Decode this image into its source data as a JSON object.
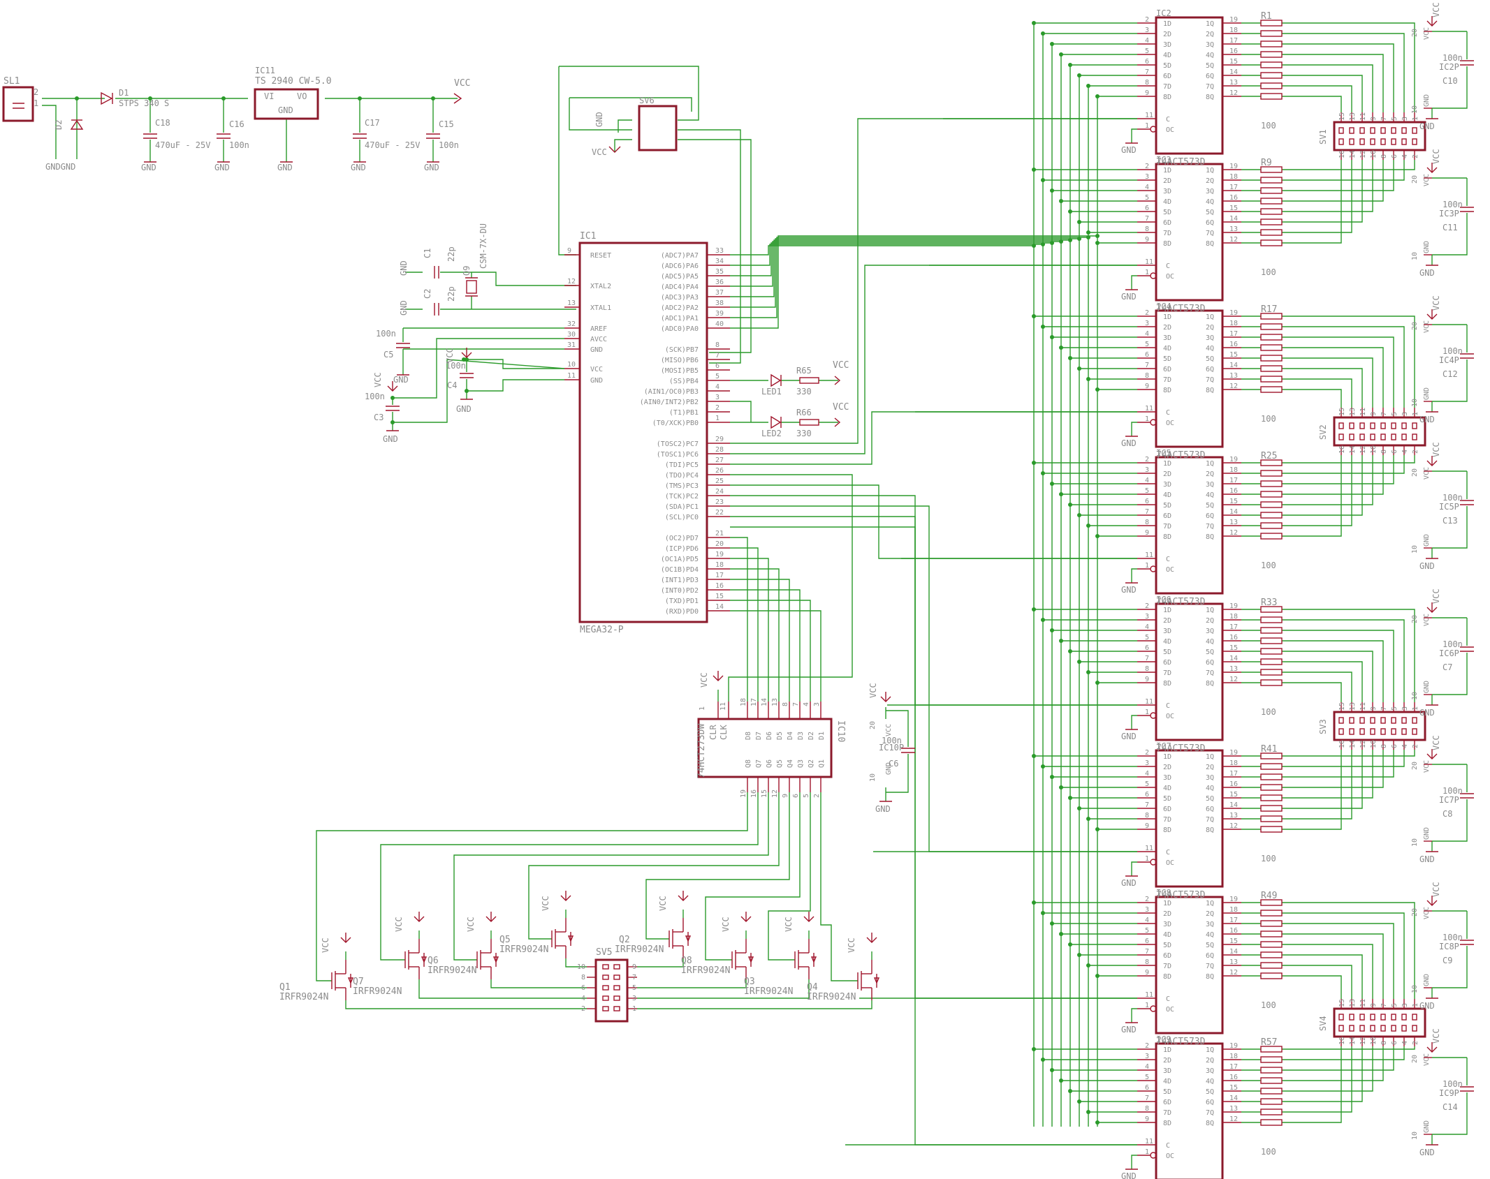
{
  "power": {
    "connector": "SL1",
    "diode_d1": "D1",
    "diode_d1_part": "STPS 340 S",
    "diode_d2": "D2",
    "regulator": "IC11",
    "regulator_part": "TS 2940 CW-5.0",
    "reg_vi": "VI",
    "reg_vo": "VO",
    "reg_gnd": "GND",
    "c18": "C18",
    "c18_val": "470uF - 25V",
    "c16": "C16",
    "c16_val": "100n",
    "c17": "C17",
    "c17_val": "470uF - 25V",
    "c15": "C15",
    "c15_val": "100n",
    "vcc": "VCC",
    "gnd": "GND",
    "gndgnd": "GNDGND"
  },
  "sv6": {
    "name": "SV6",
    "gnd": "GND",
    "vcc": "VCC"
  },
  "osc": {
    "c1": "C1",
    "c2": "C2",
    "val": "22p",
    "q9": "Q9",
    "crystal": "CSM-7X-DU"
  },
  "mcu": {
    "name": "IC1",
    "part": "MEGA32-P",
    "left_pins": [
      {
        "num": "9",
        "label": "RESET"
      },
      {
        "num": "12",
        "label": "XTAL2"
      },
      {
        "num": "13",
        "label": "XTAL1"
      },
      {
        "num": "32",
        "label": "AREF"
      },
      {
        "num": "30",
        "label": "AVCC"
      },
      {
        "num": "31",
        "label": "GND"
      },
      {
        "num": "10",
        "label": "VCC"
      },
      {
        "num": "11",
        "label": "GND"
      }
    ],
    "right_pins": [
      {
        "num": "33",
        "label": "(ADC7)PA7"
      },
      {
        "num": "34",
        "label": "(ADC6)PA6"
      },
      {
        "num": "35",
        "label": "(ADC5)PA5"
      },
      {
        "num": "36",
        "label": "(ADC4)PA4"
      },
      {
        "num": "37",
        "label": "(ADC3)PA3"
      },
      {
        "num": "38",
        "label": "(ADC2)PA2"
      },
      {
        "num": "39",
        "label": "(ADC1)PA1"
      },
      {
        "num": "40",
        "label": "(ADC0)PA0"
      },
      {
        "num": "8",
        "label": "(SCK)PB7"
      },
      {
        "num": "7",
        "label": "(MISO)PB6"
      },
      {
        "num": "6",
        "label": "(MOSI)PB5"
      },
      {
        "num": "5",
        "label": "(SS)PB4"
      },
      {
        "num": "4",
        "label": "(AIN1/OC0)PB3"
      },
      {
        "num": "3",
        "label": "(AIN0/INT2)PB2"
      },
      {
        "num": "2",
        "label": "(T1)PB1"
      },
      {
        "num": "1",
        "label": "(T0/XCK)PB0"
      },
      {
        "num": "29",
        "label": "(TOSC2)PC7"
      },
      {
        "num": "28",
        "label": "(TOSC1)PC6"
      },
      {
        "num": "27",
        "label": "(TDI)PC5"
      },
      {
        "num": "26",
        "label": "(TDO)PC4"
      },
      {
        "num": "25",
        "label": "(TMS)PC3"
      },
      {
        "num": "24",
        "label": "(TCK)PC2"
      },
      {
        "num": "23",
        "label": "(SDA)PC1"
      },
      {
        "num": "22",
        "label": "(SCL)PC0"
      },
      {
        "num": "21",
        "label": "(OC2)PD7"
      },
      {
        "num": "20",
        "label": "(ICP)PD6"
      },
      {
        "num": "19",
        "label": "(OC1A)PD5"
      },
      {
        "num": "18",
        "label": "(OC1B)PD4"
      },
      {
        "num": "17",
        "label": "(INT1)PD3"
      },
      {
        "num": "16",
        "label": "(INT0)PD2"
      },
      {
        "num": "15",
        "label": "(TXD)PD1"
      },
      {
        "num": "14",
        "label": "(RXD)PD0"
      }
    ]
  },
  "decoupling": {
    "c5": "C5",
    "c4": "C4",
    "c3": "C3",
    "val": "100n"
  },
  "leds": [
    {
      "led": "LED1",
      "res": "R65",
      "val": "330"
    },
    {
      "led": "LED2",
      "res": "R66",
      "val": "330"
    }
  ],
  "latch": {
    "name": "IC10",
    "part": "74HCT273DW",
    "clr": "CLR",
    "clk": "CLK",
    "d_labels": [
      "D8",
      "D7",
      "D6",
      "D5",
      "D4",
      "D3",
      "D2",
      "D1"
    ],
    "q_labels": [
      "Q8",
      "Q7",
      "Q6",
      "Q5",
      "Q4",
      "Q3",
      "Q2",
      "Q1"
    ],
    "d_pins": [
      "18",
      "17",
      "14",
      "13",
      "8",
      "7",
      "4",
      "3"
    ],
    "q_pins": [
      "19",
      "16",
      "15",
      "12",
      "9",
      "6",
      "5",
      "2"
    ],
    "clr_pin": "1",
    "clk_pin": "11"
  },
  "ic10cap": {
    "label": "IC10P",
    "cap": "C6",
    "val": "100n",
    "vcc": "VCC",
    "gnd": "GND",
    "p20": "20",
    "p10": "10"
  },
  "mosfets": [
    {
      "name": "Q1",
      "part": "IRFR9024N"
    },
    {
      "name": "Q7",
      "part": "IRFR9024N"
    },
    {
      "name": "Q6",
      "part": "IRFR9024N"
    },
    {
      "name": "Q5",
      "part": "IRFR9024N"
    },
    {
      "name": "Q2",
      "part": "IRFR9024N"
    },
    {
      "name": "Q8",
      "part": "IRFR9024N"
    },
    {
      "name": "Q3",
      "part": "IRFR9024N"
    },
    {
      "name": "Q4",
      "part": "IRFR9024N"
    }
  ],
  "sv5": {
    "name": "SV5",
    "pins_left": [
      "10",
      "8",
      "6",
      "4",
      "2"
    ],
    "pins_right": [
      "9",
      "7",
      "5",
      "3",
      "1"
    ]
  },
  "buffer": {
    "part": "74ACT573D",
    "d_labels": [
      "1D",
      "2D",
      "3D",
      "4D",
      "5D",
      "6D",
      "7D",
      "8D"
    ],
    "q_labels": [
      "1Q",
      "2Q",
      "3Q",
      "4Q",
      "5Q",
      "6Q",
      "7Q",
      "8Q"
    ],
    "d_pins": [
      "2",
      "3",
      "4",
      "5",
      "6",
      "7",
      "8",
      "9"
    ],
    "q_pins": [
      "19",
      "18",
      "17",
      "16",
      "15",
      "14",
      "13",
      "12"
    ],
    "c": "C",
    "oc": "OC",
    "c_pin": "11",
    "oc_pin": "1",
    "gnd": "GND",
    "res_val": "100"
  },
  "buffers": [
    {
      "name": "IC2",
      "res": "R1",
      "cap": "C10",
      "pwr": "IC2P"
    },
    {
      "name": "IC3",
      "res": "R9",
      "cap": "C11",
      "pwr": "IC3P"
    },
    {
      "name": "IC4",
      "res": "R17",
      "cap": "C12",
      "pwr": "IC4P"
    },
    {
      "name": "IC5",
      "res": "R25",
      "cap": "C13",
      "pwr": "IC5P"
    },
    {
      "name": "IC6",
      "res": "R33",
      "cap": "C7",
      "pwr": "IC6P"
    },
    {
      "name": "IC7",
      "res": "R41",
      "cap": "C8",
      "pwr": "IC7P"
    },
    {
      "name": "IC8",
      "res": "R49",
      "cap": "C9",
      "pwr": "IC8P"
    },
    {
      "name": "IC9",
      "res": "R57",
      "cap": "C14",
      "pwr": "IC9P"
    }
  ],
  "headers": {
    "names": [
      "SV1",
      "SV2",
      "SV3",
      "SV4"
    ],
    "top_pins": [
      "15",
      "13",
      "11",
      "9",
      "7",
      "5",
      "3",
      "1"
    ],
    "bottom_pins": [
      "16",
      "14",
      "12",
      "10",
      "8",
      "6",
      "4",
      "2"
    ]
  },
  "pwrcap": {
    "val": "100n",
    "vcc": "VCC",
    "gnd": "GND",
    "p20": "20",
    "p10": "10"
  }
}
